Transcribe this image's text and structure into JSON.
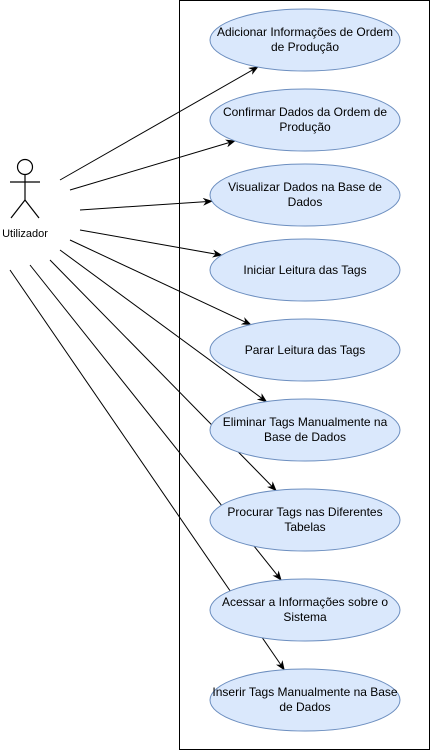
{
  "diagram": {
    "actor": {
      "name": "Utilizador"
    },
    "use_cases": [
      {
        "label": "Adicionar Informações de Ordem de Produção"
      },
      {
        "label": "Confirmar Dados da Ordem de Produção"
      },
      {
        "label": "Visualizar Dados na Base de Dados"
      },
      {
        "label": "Iniciar Leitura das Tags"
      },
      {
        "label": "Parar Leitura das Tags"
      },
      {
        "label": "Eliminar Tags Manualmente na Base de Dados"
      },
      {
        "label": "Procurar Tags nas Diferentes Tabelas"
      },
      {
        "label": "Acessar a Informações sobre o Sistema"
      },
      {
        "label": "Inserir Tags Manualmente na Base de Dados"
      }
    ],
    "colors": {
      "use_case_fill": "#dae8fc",
      "use_case_stroke": "#6c8ebf",
      "line": "#000000",
      "boundary": "#000000"
    }
  }
}
